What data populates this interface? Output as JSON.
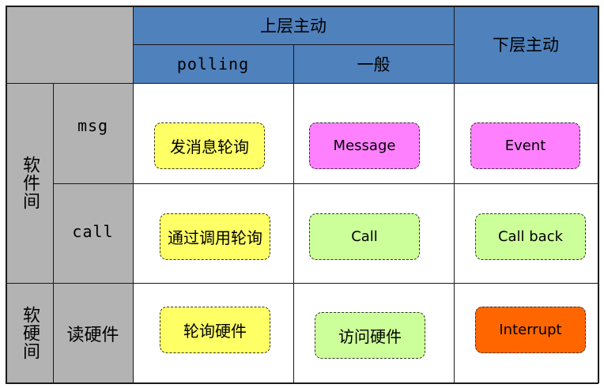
{
  "header": {
    "upper_active": "上层主动",
    "lower_active": "下层主动",
    "polling": "polling",
    "general": "一般"
  },
  "rows": {
    "software_between": "软件间",
    "software_hardware": "软硬间",
    "msg": "msg",
    "call": "call",
    "read_hardware": "读硬件"
  },
  "cells": {
    "msg_polling": "发消息轮询",
    "msg_general": "Message",
    "msg_lower": "Event",
    "call_polling": "通过调用轮询",
    "call_general": "Call",
    "call_lower": "Call back",
    "hw_polling": "轮询硬件",
    "hw_general": "访问硬件",
    "hw_lower": "Interrupt"
  },
  "colors": {
    "header_blue": "#4f81bd",
    "label_gray": "#b3b3b3",
    "yellow": "#ffff66",
    "pink": "#ff80ff",
    "green": "#ccff99",
    "orange": "#ff6600"
  }
}
